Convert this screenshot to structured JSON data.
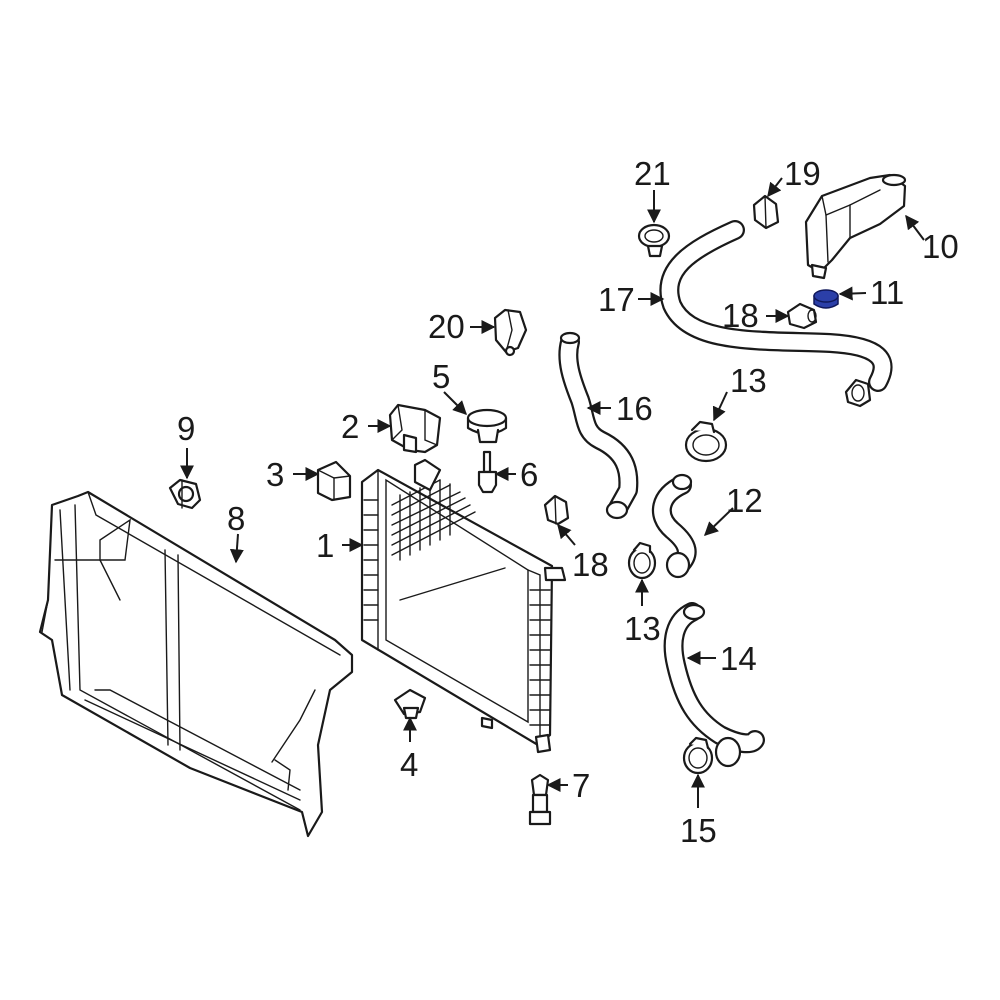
{
  "diagram": {
    "highlight_color": "#2b3fa8",
    "callouts": [
      {
        "id": "c1",
        "label": "1"
      },
      {
        "id": "c2",
        "label": "2"
      },
      {
        "id": "c3",
        "label": "3"
      },
      {
        "id": "c4",
        "label": "4"
      },
      {
        "id": "c5",
        "label": "5"
      },
      {
        "id": "c6",
        "label": "6"
      },
      {
        "id": "c7",
        "label": "7"
      },
      {
        "id": "c8",
        "label": "8"
      },
      {
        "id": "c9",
        "label": "9"
      },
      {
        "id": "c10",
        "label": "10"
      },
      {
        "id": "c11",
        "label": "11"
      },
      {
        "id": "c12",
        "label": "12"
      },
      {
        "id": "c13a",
        "label": "13"
      },
      {
        "id": "c13b",
        "label": "13"
      },
      {
        "id": "c14",
        "label": "14"
      },
      {
        "id": "c15",
        "label": "15"
      },
      {
        "id": "c16",
        "label": "16"
      },
      {
        "id": "c17",
        "label": "17"
      },
      {
        "id": "c18a",
        "label": "18"
      },
      {
        "id": "c18b",
        "label": "18"
      },
      {
        "id": "c19",
        "label": "19"
      },
      {
        "id": "c20",
        "label": "20"
      },
      {
        "id": "c21",
        "label": "21"
      }
    ]
  }
}
